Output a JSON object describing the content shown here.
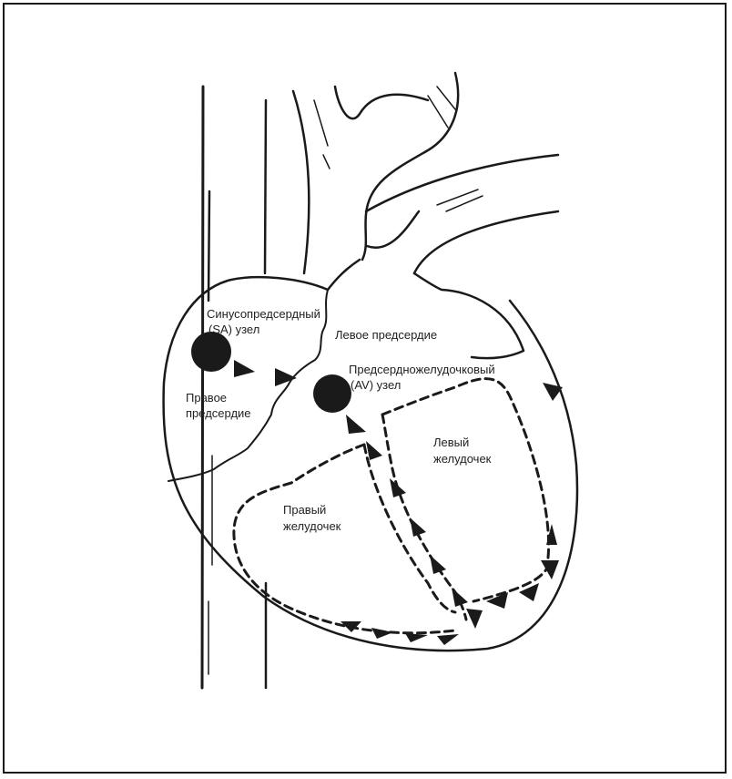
{
  "labels": {
    "sa_node_line1": "Синусопредсердный",
    "sa_node_line2": "(SA) узел",
    "left_atrium": "Левое предсердие",
    "av_node_line1": "Предсердножелудочковый",
    "av_node_line2": "(AV) узел",
    "right_atrium_line1": "Правое",
    "right_atrium_line2": "предсердие",
    "left_ventricle_line1": "Левый",
    "left_ventricle_line2": "желудочек",
    "right_ventricle_line1": "Правый",
    "right_ventricle_line2": "желудочек"
  },
  "colors": {
    "ink": "#1a1a1a",
    "background": "#ffffff"
  }
}
